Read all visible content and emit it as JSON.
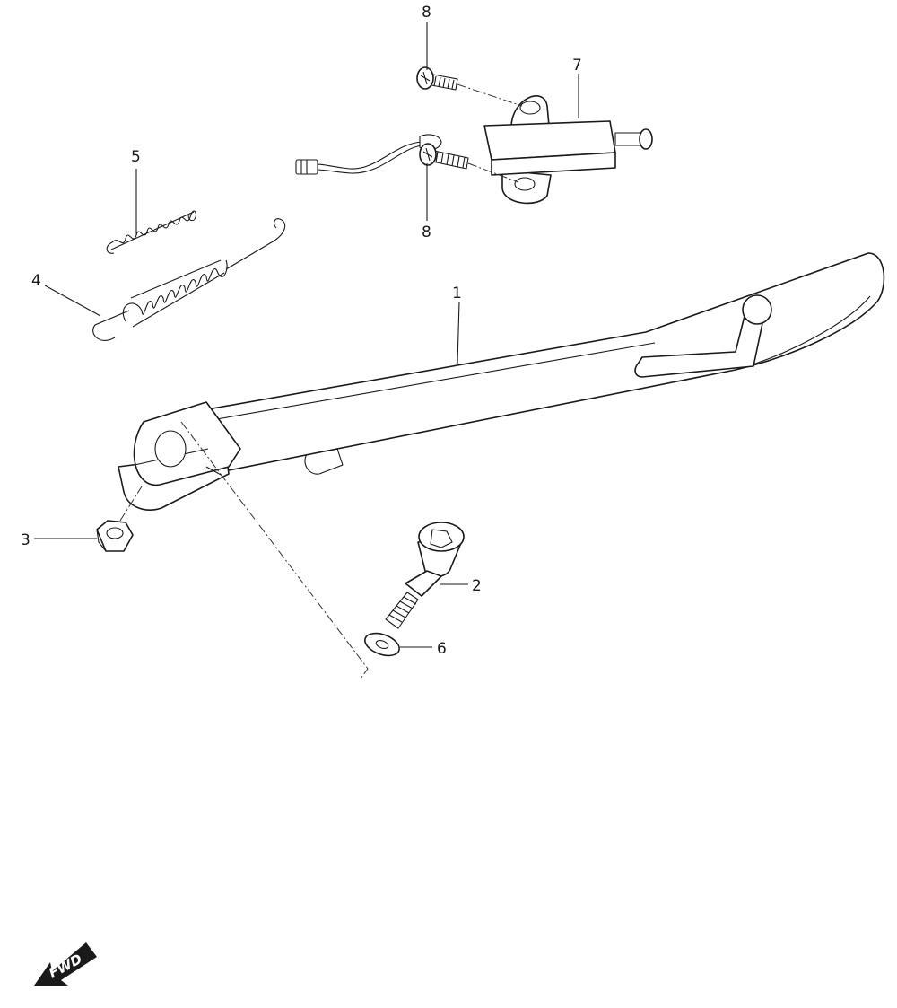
{
  "diagram": {
    "callouts": [
      "1",
      "2",
      "3",
      "4",
      "5",
      "6",
      "7",
      "8",
      "8"
    ],
    "fwd_label": "FWD"
  }
}
